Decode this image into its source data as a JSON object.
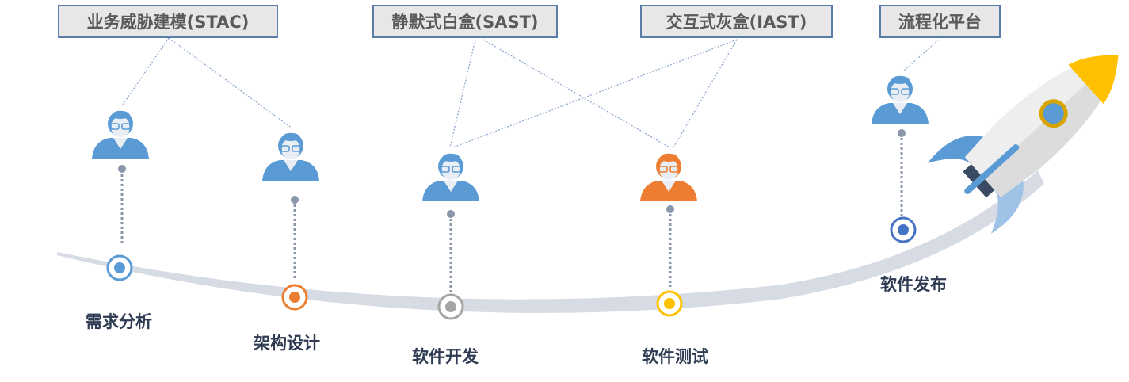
{
  "tools": [
    {
      "label": "业务威胁建模(STAC)"
    },
    {
      "label": "静默式白盒(SAST)"
    },
    {
      "label": "交互式灰盒(IAST)"
    },
    {
      "label": "流程化平台"
    }
  ],
  "stages": [
    {
      "label": "需求分析",
      "color": "#5b9bd5"
    },
    {
      "label": "架构设计",
      "color": "#ed7d31"
    },
    {
      "label": "软件开发",
      "color": "#a5a5a5"
    },
    {
      "label": "软件测试",
      "color": "#ffc000"
    },
    {
      "label": "软件发布",
      "color": "#4472c4"
    }
  ],
  "colors": {
    "person": "#5b9bd5",
    "person_highlight": "#ed7d31",
    "path": "#d6dbe4",
    "connector": "#8fa9cf"
  }
}
